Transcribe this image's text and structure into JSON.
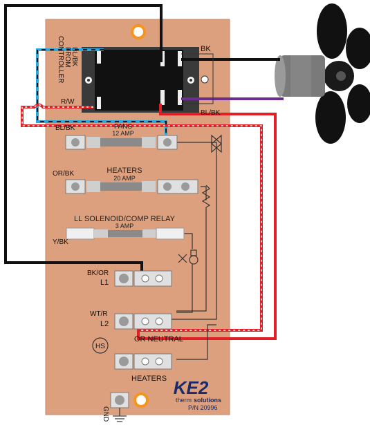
{
  "board": {
    "part_number": "P/N 20996",
    "brand_name": "KE2",
    "brand_sub_a": "therm",
    "brand_sub_b": "solutions"
  },
  "relay": {
    "from_controller_lines": [
      "BL/BK",
      "FROM",
      "CONTROLLER"
    ],
    "rw_label": "R/W",
    "bk_label": "BK",
    "blbk_label": "BL/BK"
  },
  "fuses": [
    {
      "name": "FANS",
      "rating": "12 AMP",
      "wire": "BL/BK"
    },
    {
      "name": "HEATERS",
      "rating": "20 AMP",
      "wire": "OR/BK"
    },
    {
      "name": "LL SOLENOID/COMP RELAY",
      "rating": "3 AMP",
      "wire": "Y/BK"
    }
  ],
  "terminals": {
    "l1_wire": "BK/OR",
    "l1": "L1",
    "l2_wire": "WT/R",
    "l2": "L2",
    "neutral": "OR NEUTRAL",
    "heaters": "HEATERS",
    "gnd": "GND",
    "hs": "HS"
  },
  "colors": {
    "board": "#dda07e",
    "board_edge": "#c58a66",
    "black_wire": "#111111",
    "red_wire": "#e02026",
    "blue_wire": "#29a9e0",
    "purple_wire": "#6a2c91",
    "accent_orange": "#f7941d"
  },
  "icons": [
    "fan-icon",
    "motor-icon",
    "valve-icon",
    "heater-resistor-icon",
    "solenoid-icon",
    "ground-icon"
  ]
}
